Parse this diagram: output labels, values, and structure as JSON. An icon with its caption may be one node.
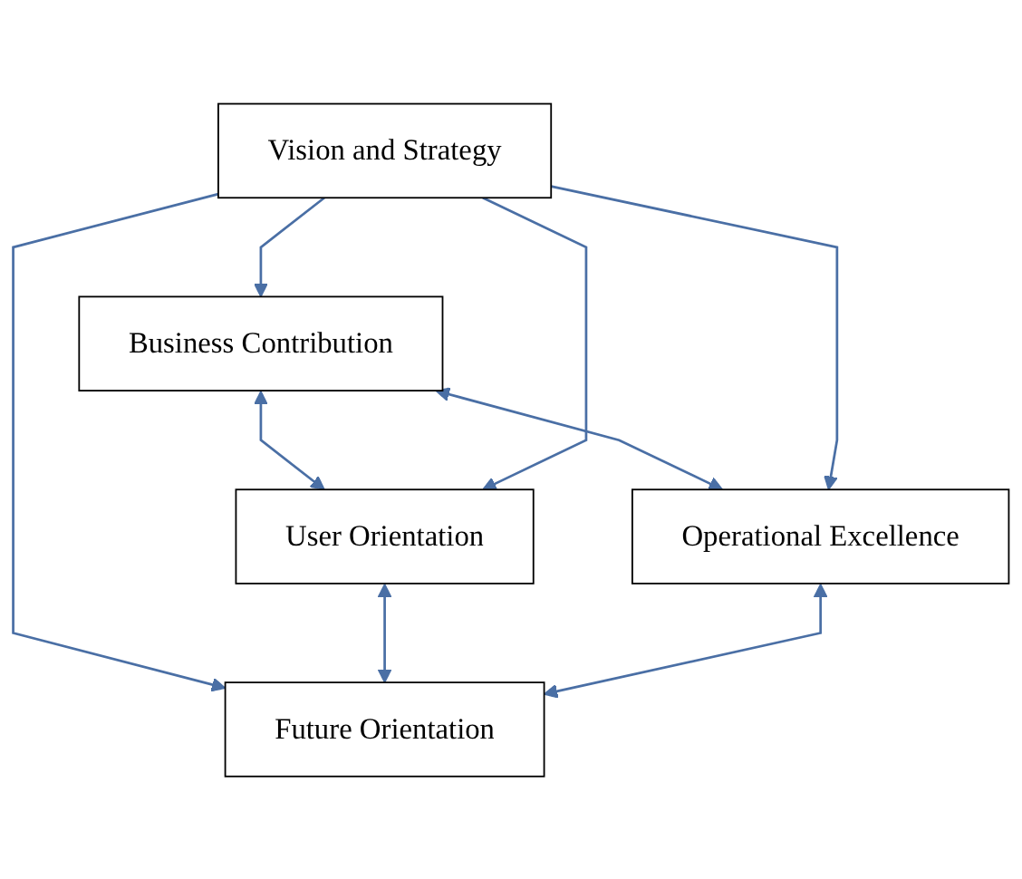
{
  "diagram": {
    "nodes": [
      {
        "text": [
          "Business Contribution"
        ]
      },
      {
        "text": [
          "User Orientation"
        ]
      },
      {
        "text": [
          "Vision and Strategy"
        ]
      },
      {
        "text": [
          "Operational Excellence"
        ]
      },
      {
        "text": [
          "Future Orientation"
        ]
      }
    ],
    "edges": [
      {
        "from": 0,
        "to": 1,
        "arrow": "both"
      },
      {
        "from": 0,
        "to": 3,
        "arrow": "both"
      },
      {
        "from": 2,
        "to": 0,
        "arrow": "to"
      },
      {
        "from": 2,
        "to": 1,
        "arrow": "to"
      },
      {
        "from": 2,
        "to": 3,
        "arrow": "to"
      },
      {
        "from": 2,
        "to": 4,
        "arrow": "to"
      },
      {
        "from": 1,
        "to": 4,
        "arrow": "both"
      },
      {
        "from": 3,
        "to": 4,
        "arrow": "both"
      }
    ]
  }
}
